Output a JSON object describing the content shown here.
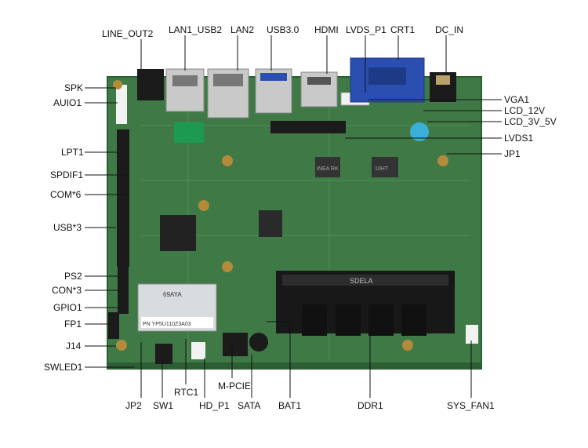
{
  "labels": {
    "top": {
      "line_out2": "LINE_OUT2",
      "lan1_usb2": "LAN1_USB2",
      "lan2": "LAN2",
      "usb3": "USB3.0",
      "hdmi": "HDMI",
      "lvds_p1": "LVDS_P1",
      "crt1": "CRT1",
      "dc_in": "DC_IN"
    },
    "left": {
      "spk": "SPK",
      "auio1": "AUIO1",
      "lpt1": "LPT1",
      "spdif1": "SPDIF1",
      "com6": "COM*6",
      "usb3x": "USB*3",
      "ps2": "PS2",
      "con3": "CON*3",
      "gpio1": "GPIO1",
      "fp1": "FP1",
      "j14": "J14",
      "swled1": "SWLED1"
    },
    "right": {
      "vga1": "VGA1",
      "lcd_12v": "LCD_12V",
      "lcd_3v5v": "LCD_3V_5V",
      "lvds1": "LVDS1",
      "jp1": "JP1"
    },
    "bottom": {
      "jp2": "JP2",
      "sw1": "SW1",
      "rtc1": "RTC1",
      "hd_p1": "HD_P1",
      "m_pcie": "M-PCIE",
      "sata": "SATA",
      "bat1": "BAT1",
      "ddr1": "DDR1",
      "sys_fan1": "SYS_FAN1"
    }
  },
  "board_text": {
    "sodimm_brand": "SDELA",
    "chip_a": "INEA RK",
    "chip_b": "10HT",
    "msata_label": "69AYA",
    "msata_pn": "PN YP5U110Z3A03"
  },
  "colors": {
    "pcb": "#3f7a46",
    "pcb_dark": "#2c5e34",
    "vga_blue": "#2b4fb0",
    "line": "#111111",
    "connector_black": "#1b1b1b",
    "metal": "#c9c9c9"
  }
}
